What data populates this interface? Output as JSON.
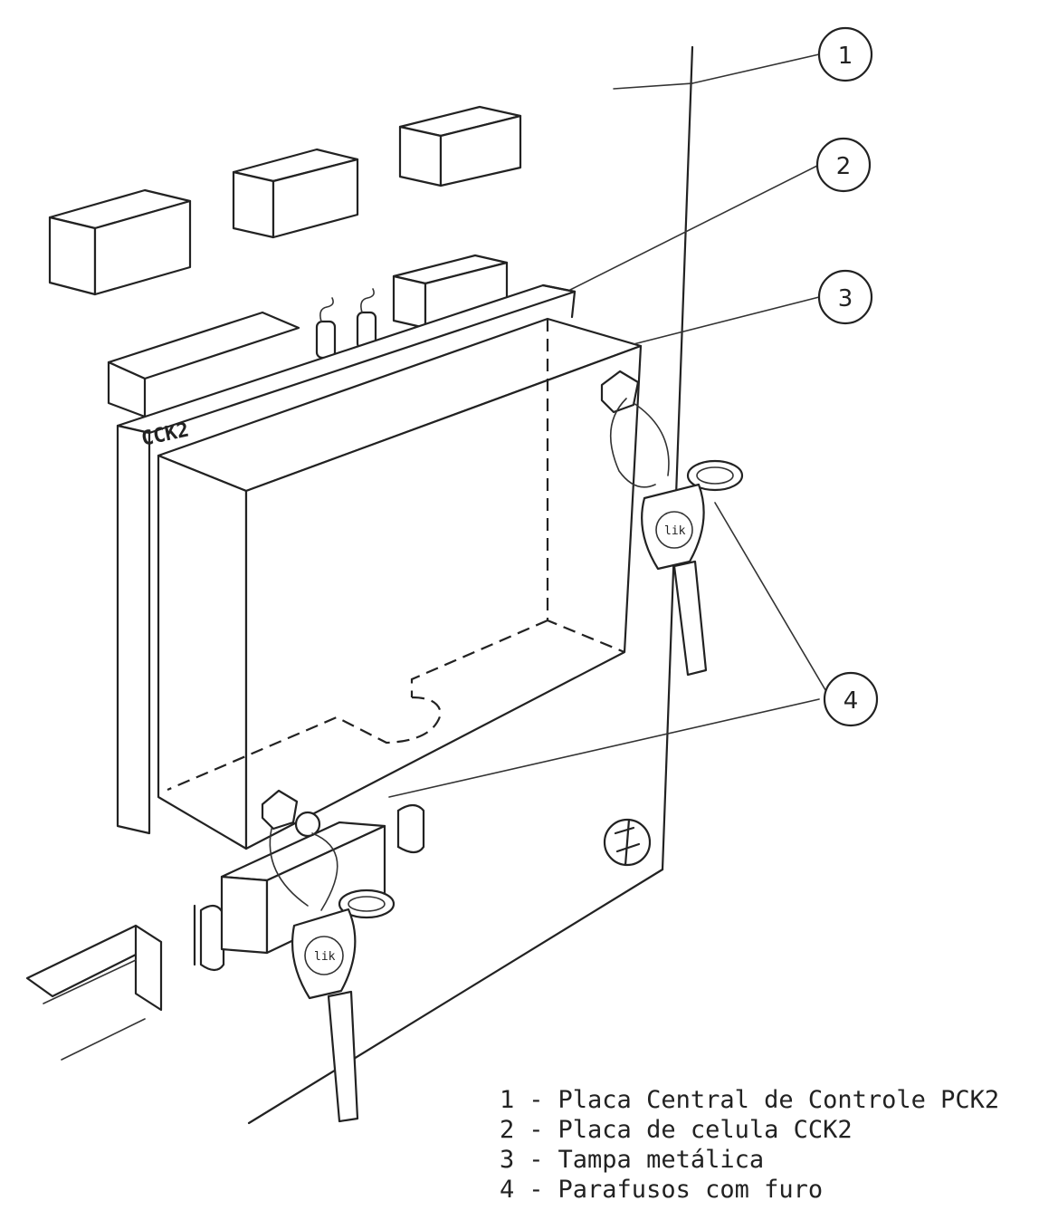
{
  "diagram": {
    "board_marking": "CCK2",
    "callouts": [
      {
        "id": "1",
        "label": "1"
      },
      {
        "id": "2",
        "label": "2"
      },
      {
        "id": "3",
        "label": "3"
      },
      {
        "id": "4",
        "label": "4"
      }
    ],
    "key_tag_text": "lik",
    "legend": [
      {
        "number": "1",
        "separator": "-",
        "text": "Placa Central de Controle PCK2"
      },
      {
        "number": "2",
        "separator": "-",
        "text": "Placa de celula CCK2"
      },
      {
        "number": "3",
        "separator": "-",
        "text": "Tampa metálica"
      },
      {
        "number": "4",
        "separator": "-",
        "text": "Parafusos com furo"
      }
    ]
  }
}
